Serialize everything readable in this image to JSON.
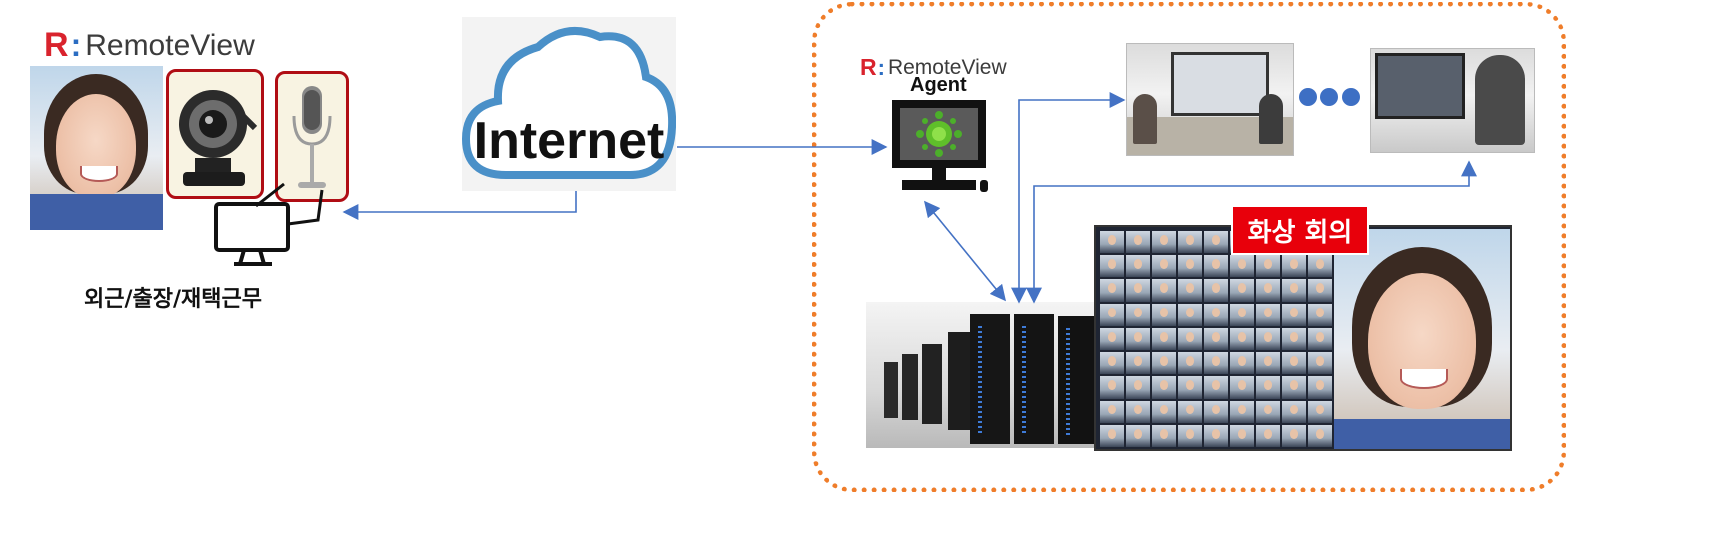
{
  "logos": {
    "remoteview_main": {
      "r": "R",
      "colon": ":",
      "text": "RemoteView"
    },
    "remoteview_agent": {
      "r": "R",
      "colon": ":",
      "text": "RemoteView",
      "sub": "Agent"
    }
  },
  "left": {
    "caption": "외근/출장/재택근무"
  },
  "cloud": {
    "label": "Internet"
  },
  "right": {
    "badge": "화상 회의"
  },
  "colors": {
    "brand_red": "#d9232d",
    "brand_blue": "#2b6dc2",
    "arrow_blue": "#4472c4",
    "dashed_orange": "#ef7d2a",
    "frame_red": "#b00d14",
    "badge_red": "#e8000b"
  },
  "icons": {
    "webcam": "webcam-icon",
    "microphone": "microphone-icon",
    "monitor": "monitor-icon",
    "agent_pc": "agent-pc-icon",
    "cloud": "cloud-icon"
  }
}
